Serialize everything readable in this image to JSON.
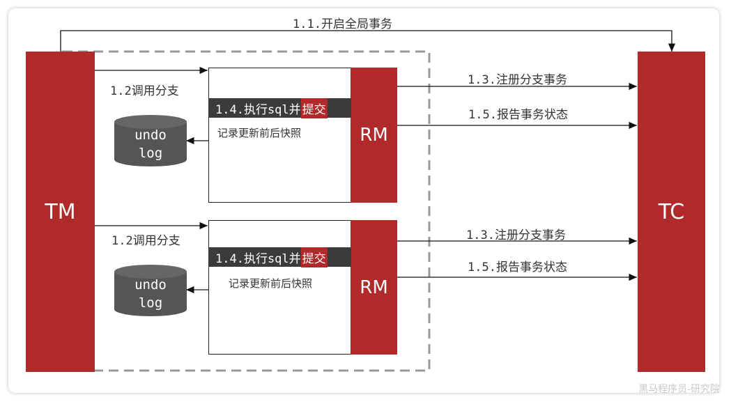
{
  "title_arrow_label": "1.1.开启全局事务",
  "tm_label": "TM",
  "tc_label": "TC",
  "groups": [
    {
      "call_label": "1.2调用分支",
      "exec_prefix": "1.4.执行sql并",
      "exec_highlight": "提交",
      "snapshot_label": "记录更新前后快照",
      "rm_label": "RM",
      "register_label": "1.3.注册分支事务",
      "report_label": "1.5.报告事务状态",
      "undo_line1": "undo",
      "undo_line2": "log"
    },
    {
      "call_label": "1.2调用分支",
      "exec_prefix": "1.4.执行sql并",
      "exec_highlight": "提交",
      "snapshot_label": "记录更新前后快照",
      "rm_label": "RM",
      "register_label": "1.3.注册分支事务",
      "report_label": "1.5.报告事务状态",
      "undo_line1": "undo",
      "undo_line2": "log"
    }
  ],
  "watermark": "黑马程序员-研究院",
  "colors": {
    "accent": "#b02a2a",
    "dark": "#3b3b3b",
    "db": "#555555",
    "dashed": "#999999"
  }
}
